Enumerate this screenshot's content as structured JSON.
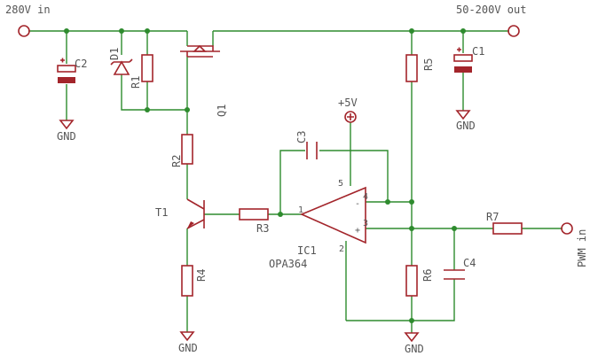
{
  "colors": {
    "wire": "#2e8b2e",
    "part": "#a3252b",
    "text": "#555555",
    "background": "#ffffff"
  },
  "ports": {
    "input": "280V in",
    "output": "50-200V out",
    "pwm": "PWM in"
  },
  "parts": {
    "C1": "C1",
    "C2": "C2",
    "C3": "C3",
    "C4": "C4",
    "D1": "D1",
    "R1": "R1",
    "R2": "R2",
    "R3": "R3",
    "R4": "R4",
    "R5": "R5",
    "R6": "R6",
    "R7": "R7",
    "Q1": "Q1",
    "T1": "T1",
    "IC1": "IC1",
    "IC1_value": "OPA364"
  },
  "power": {
    "gnd": "GND",
    "vcc": "+5V"
  },
  "opamp_pins": {
    "p1": "1",
    "p2": "2",
    "p3": "3",
    "p4": "4",
    "p5": "5",
    "minus": "-",
    "plus": "+"
  }
}
